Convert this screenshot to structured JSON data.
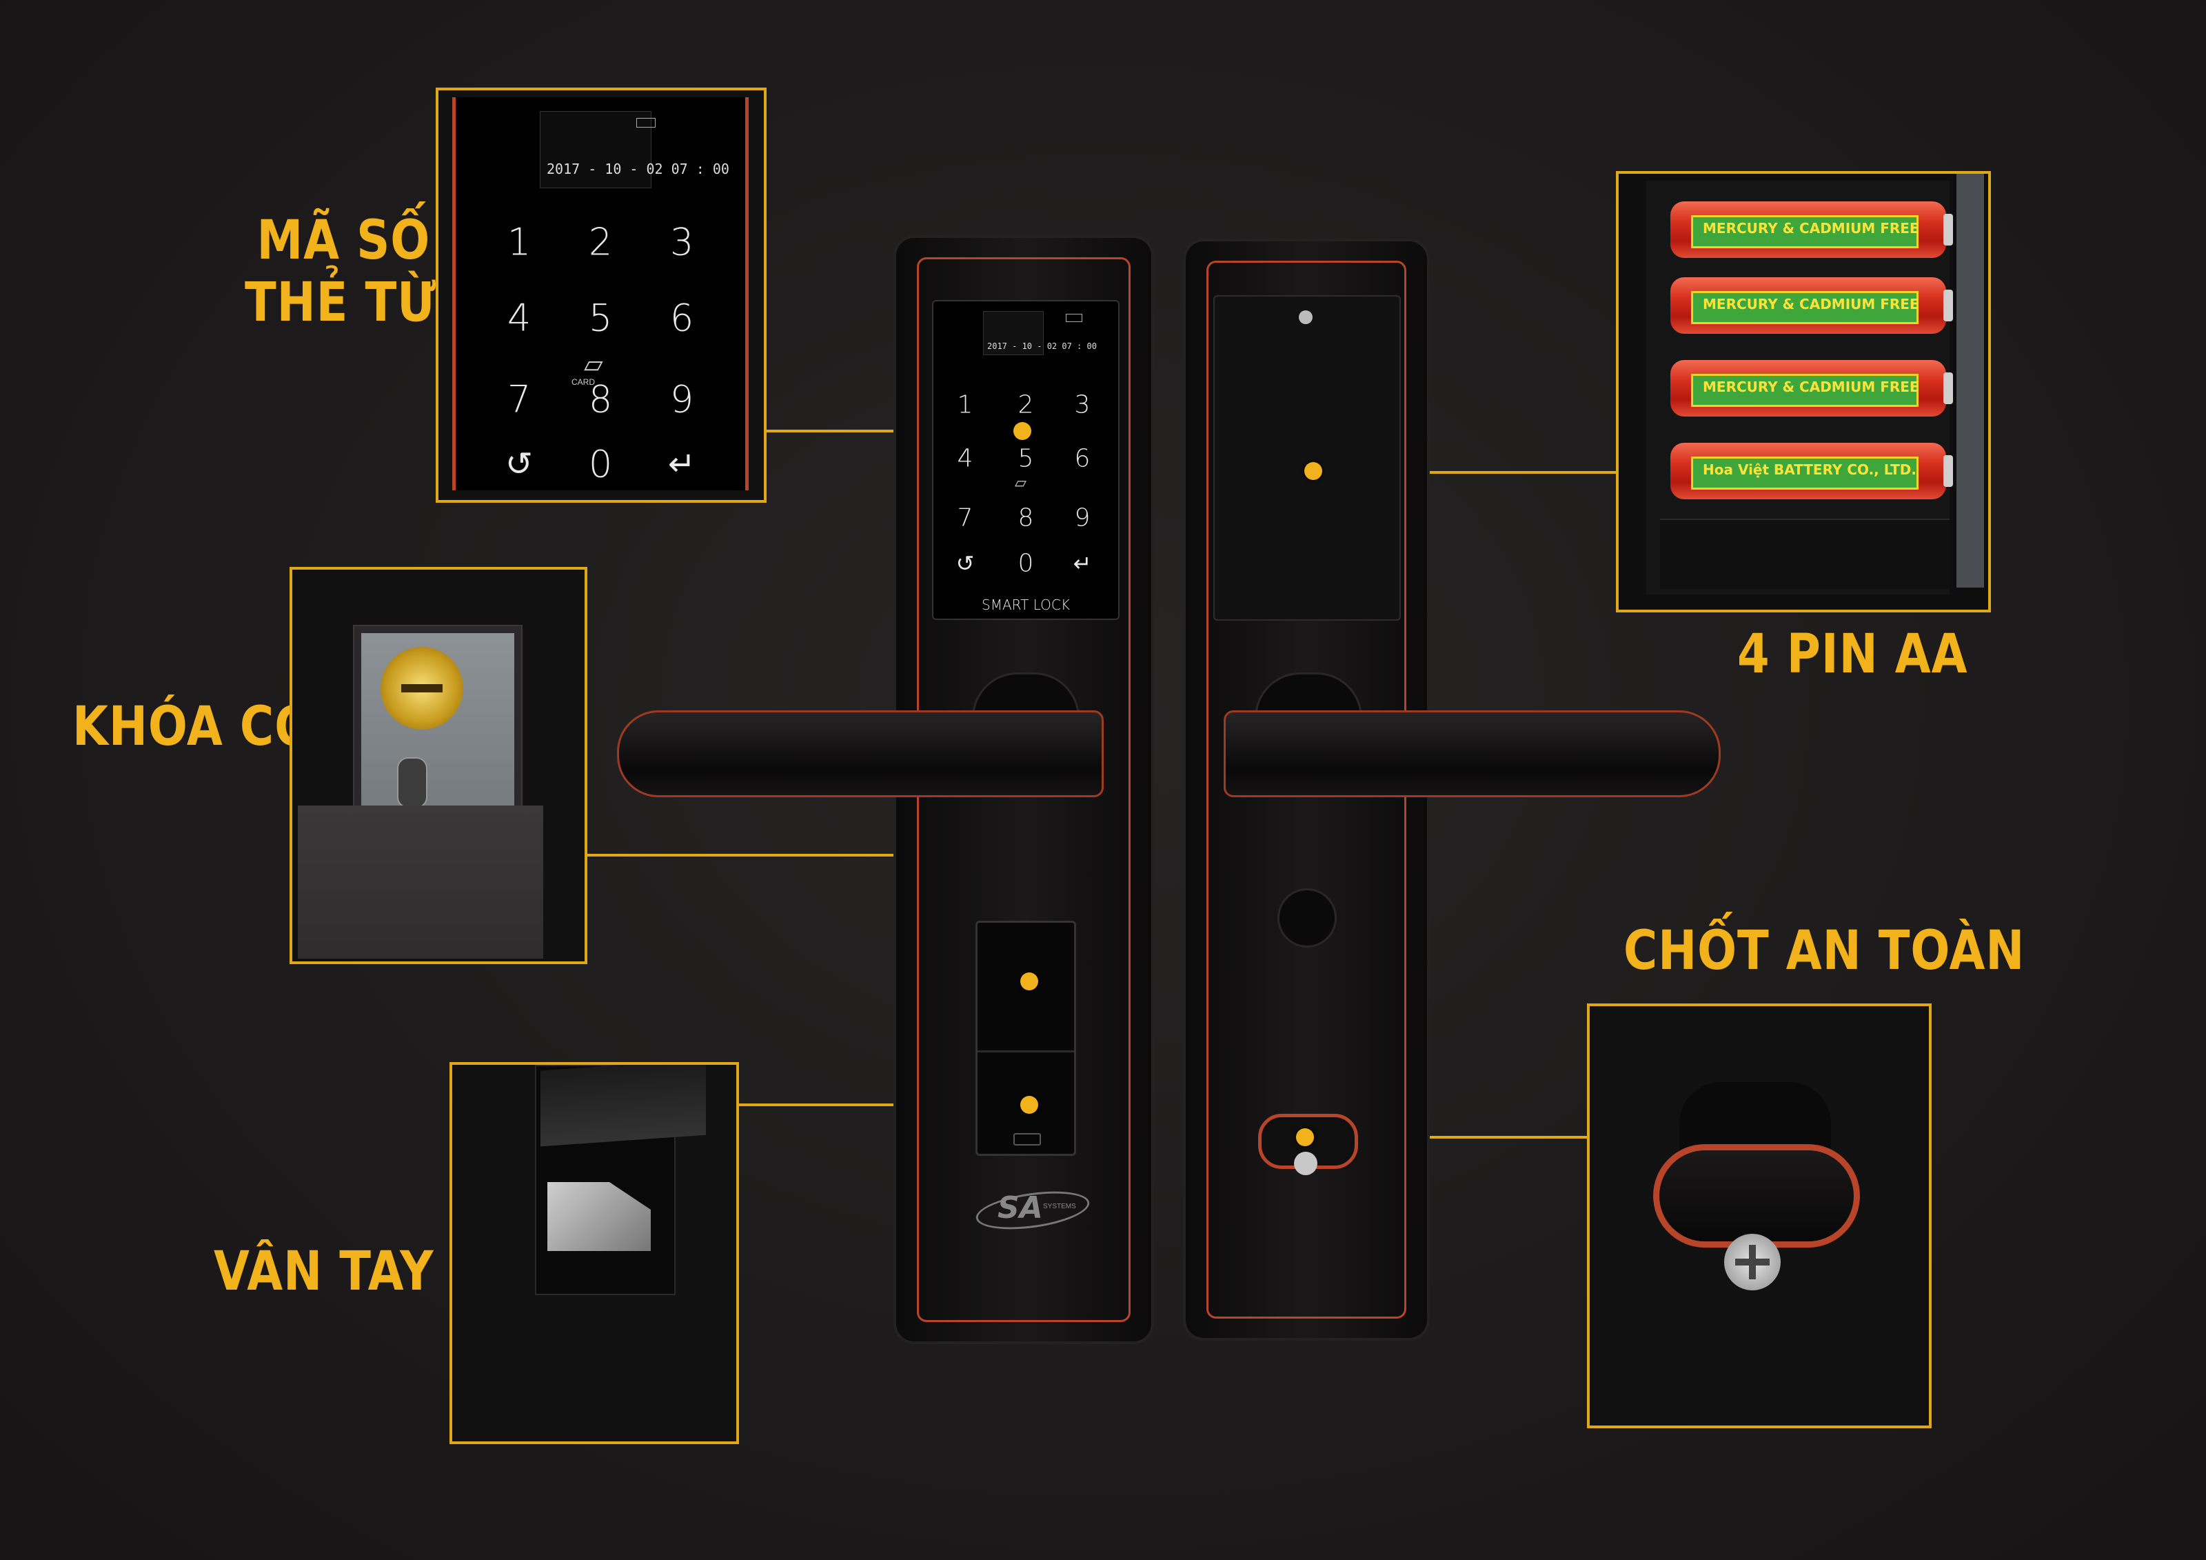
{
  "labels": {
    "ma_so_line1": "MÃ SỐ",
    "ma_so_line2": "THẺ TỪ",
    "khoa_co": "KHÓA CƠ",
    "van_tay": "VÂN TAY",
    "pin": "4 PIN AA",
    "chot": "CHỐT AN TOÀN"
  },
  "keypad": {
    "date": "2017 - 10 - 02  07 : 00",
    "keys": [
      "1",
      "2",
      "3",
      "4",
      "5",
      "6",
      "7",
      "8",
      "9",
      "↺",
      "0",
      "↵"
    ],
    "card_label": "CARD",
    "brand": "SMART LOCK"
  },
  "logo": {
    "text": "SA",
    "sub": "SYSTEMS"
  },
  "battery": {
    "band_text_1": "MERCURY & CADMIUM FREE",
    "band_text_2": "Hoa Việt BATTERY CO., LTD."
  },
  "colors": {
    "accent": "#f2b21c",
    "trim": "#b8452a",
    "background": "#1c1a1a"
  }
}
